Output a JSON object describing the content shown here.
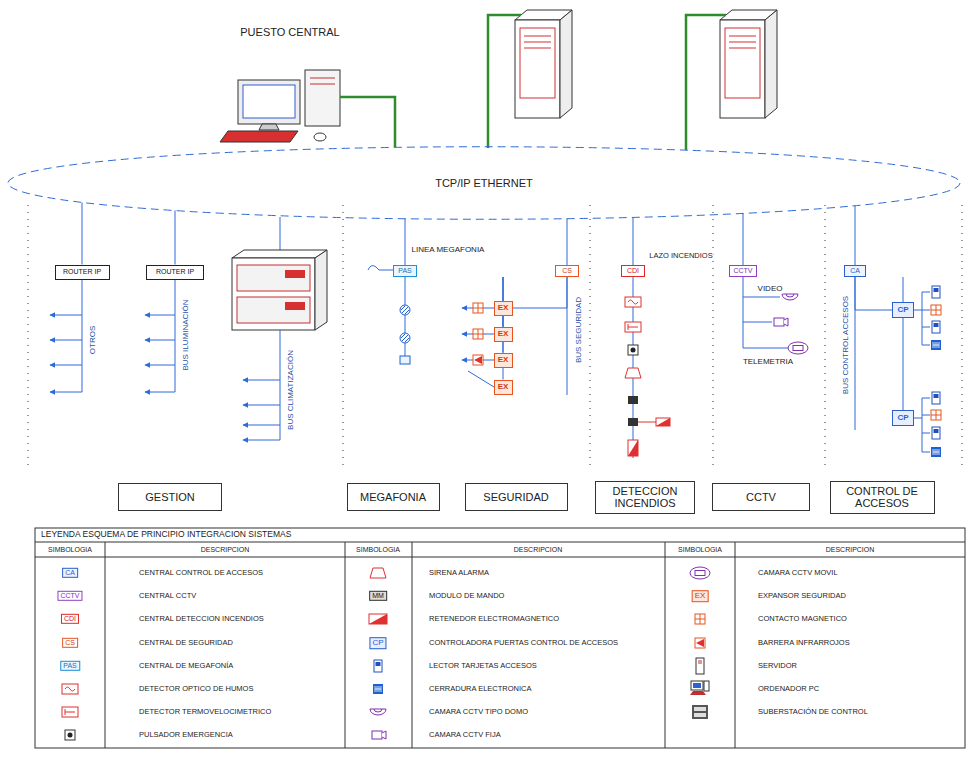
{
  "diagram": {
    "nodes": [
      {
        "text": [
          "TCP/IP ETHERNET"
        ]
      },
      {
        "text": [
          "ROUTER IP"
        ]
      },
      {
        "text": [
          "ROUTER IP"
        ]
      },
      {
        "text": [
          "PAS"
        ]
      },
      {
        "text": [
          "CS"
        ]
      },
      {
        "text": [
          "EX"
        ]
      },
      {
        "text": [
          "EX"
        ]
      },
      {
        "text": [
          "EX"
        ]
      },
      {
        "text": [
          "EX"
        ]
      },
      {
        "text": [
          "CDI"
        ]
      },
      {
        "text": [
          "CCTV"
        ]
      },
      {
        "text": [
          "CA"
        ]
      },
      {
        "text": [
          "CP"
        ]
      },
      {
        "text": [
          "CP"
        ]
      },
      {
        "text": [
          "GESTION"
        ]
      },
      {
        "text": [
          "MEGAFONIA"
        ]
      },
      {
        "text": [
          "SEGURIDAD"
        ]
      },
      {
        "text": [
          "DETECCION INCENDIOS"
        ]
      },
      {
        "text": [
          "CCTV"
        ]
      },
      {
        "text": [
          "CONTROL DE ACCESOS"
        ]
      }
    ],
    "edges": [
      {
        "from": 0,
        "to": 1,
        "arrow": "none"
      },
      {
        "from": 0,
        "to": 2,
        "arrow": "none"
      },
      {
        "from": 0,
        "to": 3,
        "arrow": "none"
      },
      {
        "from": 0,
        "to": 4,
        "arrow": "none"
      },
      {
        "from": 0,
        "to": 9,
        "arrow": "none"
      },
      {
        "from": 0,
        "to": 10,
        "arrow": "none"
      },
      {
        "from": 0,
        "to": 11,
        "arrow": "none"
      },
      {
        "from": 4,
        "to": 5,
        "arrow": "none"
      },
      {
        "from": 4,
        "to": 6,
        "arrow": "none"
      },
      {
        "from": 4,
        "to": 7,
        "arrow": "none"
      },
      {
        "from": 4,
        "to": 8,
        "arrow": "none"
      },
      {
        "from": 11,
        "to": 12,
        "arrow": "none"
      },
      {
        "from": 11,
        "to": 13,
        "arrow": "none"
      }
    ],
    "labels": [
      "PUESTO CENTRAL",
      "OTROS",
      "BUS ILUMINACIÓN",
      "BUS CLIMATIZACIÓN",
      "LINEA MEGAFONIA",
      "BUS SEGURIDAD",
      "LAZO INCENDIOS",
      "VIDEO",
      "TELEMETRIA",
      "BUS CONTROL ACCESOS",
      "LEYENDA ESQUEMA DE PRINCIPIO INTEGRACION SISTEMAS",
      "SIMBOLOGIA",
      "DESCRIPCION",
      "SIMBOLOGIA",
      "DESCRIPCION",
      "SIMBOLOGIA",
      "DESCRIPCION",
      "CA",
      "CCTV",
      "CDI",
      "CS",
      "PAS",
      "MM",
      "CP",
      "EX"
    ],
    "legend": [
      {
        "text": "CENTRAL CONTROL DE ACCESOS"
      },
      {
        "text": "CENTRAL CCTV"
      },
      {
        "text": "CENTRAL DETECCION INCENDIOS"
      },
      {
        "text": "CENTRAL DE SEGURIDAD"
      },
      {
        "text": "CENTRAL DE MEGAFONÍA"
      },
      {
        "text": "DETECTOR OPTICO DE HUMOS"
      },
      {
        "text": "DETECTOR TERMOVELOCIMETRICO"
      },
      {
        "text": "PULSADOR EMERGENCIA"
      },
      {
        "text": "SIRENA ALARMA"
      },
      {
        "text": "MODULO DE MANDO"
      },
      {
        "text": "RETENEDOR ELECTROMAGNETICO"
      },
      {
        "text": "CONTROLADORA PUERTAS CONTROL DE ACCESOS"
      },
      {
        "text": "LECTOR TARJETAS ACCESOS"
      },
      {
        "text": "CERRADURA ELECTRONICA"
      },
      {
        "text": "CAMARA CCTV TIPO DOMO"
      },
      {
        "text": "CAMARA CCTV FIJA"
      },
      {
        "text": "CAMARA CCTV MOVIL"
      },
      {
        "text": "EXPANSOR SEGURIDAD"
      },
      {
        "text": "CONTACTO MAGNETICO"
      },
      {
        "text": "BARRERA INFRARROJOS"
      },
      {
        "text": "SERVIDOR"
      },
      {
        "text": "ORDENADOR PC"
      },
      {
        "text": "SUBERSTACIÓN DE CONTROL"
      }
    ]
  }
}
